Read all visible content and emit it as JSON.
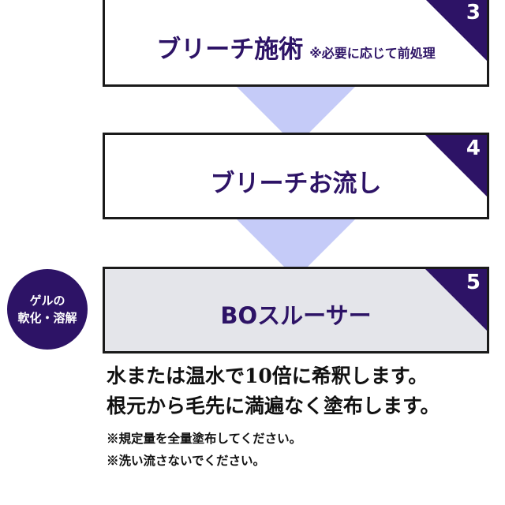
{
  "steps": [
    {
      "number": "3",
      "title": "ブリーチ施術",
      "note": "※必要に応じて前処理"
    },
    {
      "number": "4",
      "title": "ブリーチお流し"
    },
    {
      "number": "5",
      "title": "BOスルーサー"
    }
  ],
  "badge": {
    "line1": "ゲルの",
    "line2": "軟化・溶解"
  },
  "description": {
    "line1": "水または温水で10倍に希釈します。",
    "line2": "根元から毛先に満遍なく塗布します。"
  },
  "notes": {
    "line1": "※規定量を全量塗布してください。",
    "line2": "※洗い流さないでください。"
  },
  "colors": {
    "accent": "#2d1366",
    "arrow": "#c5cbf8",
    "highlight_box": "#e4e5ea"
  }
}
